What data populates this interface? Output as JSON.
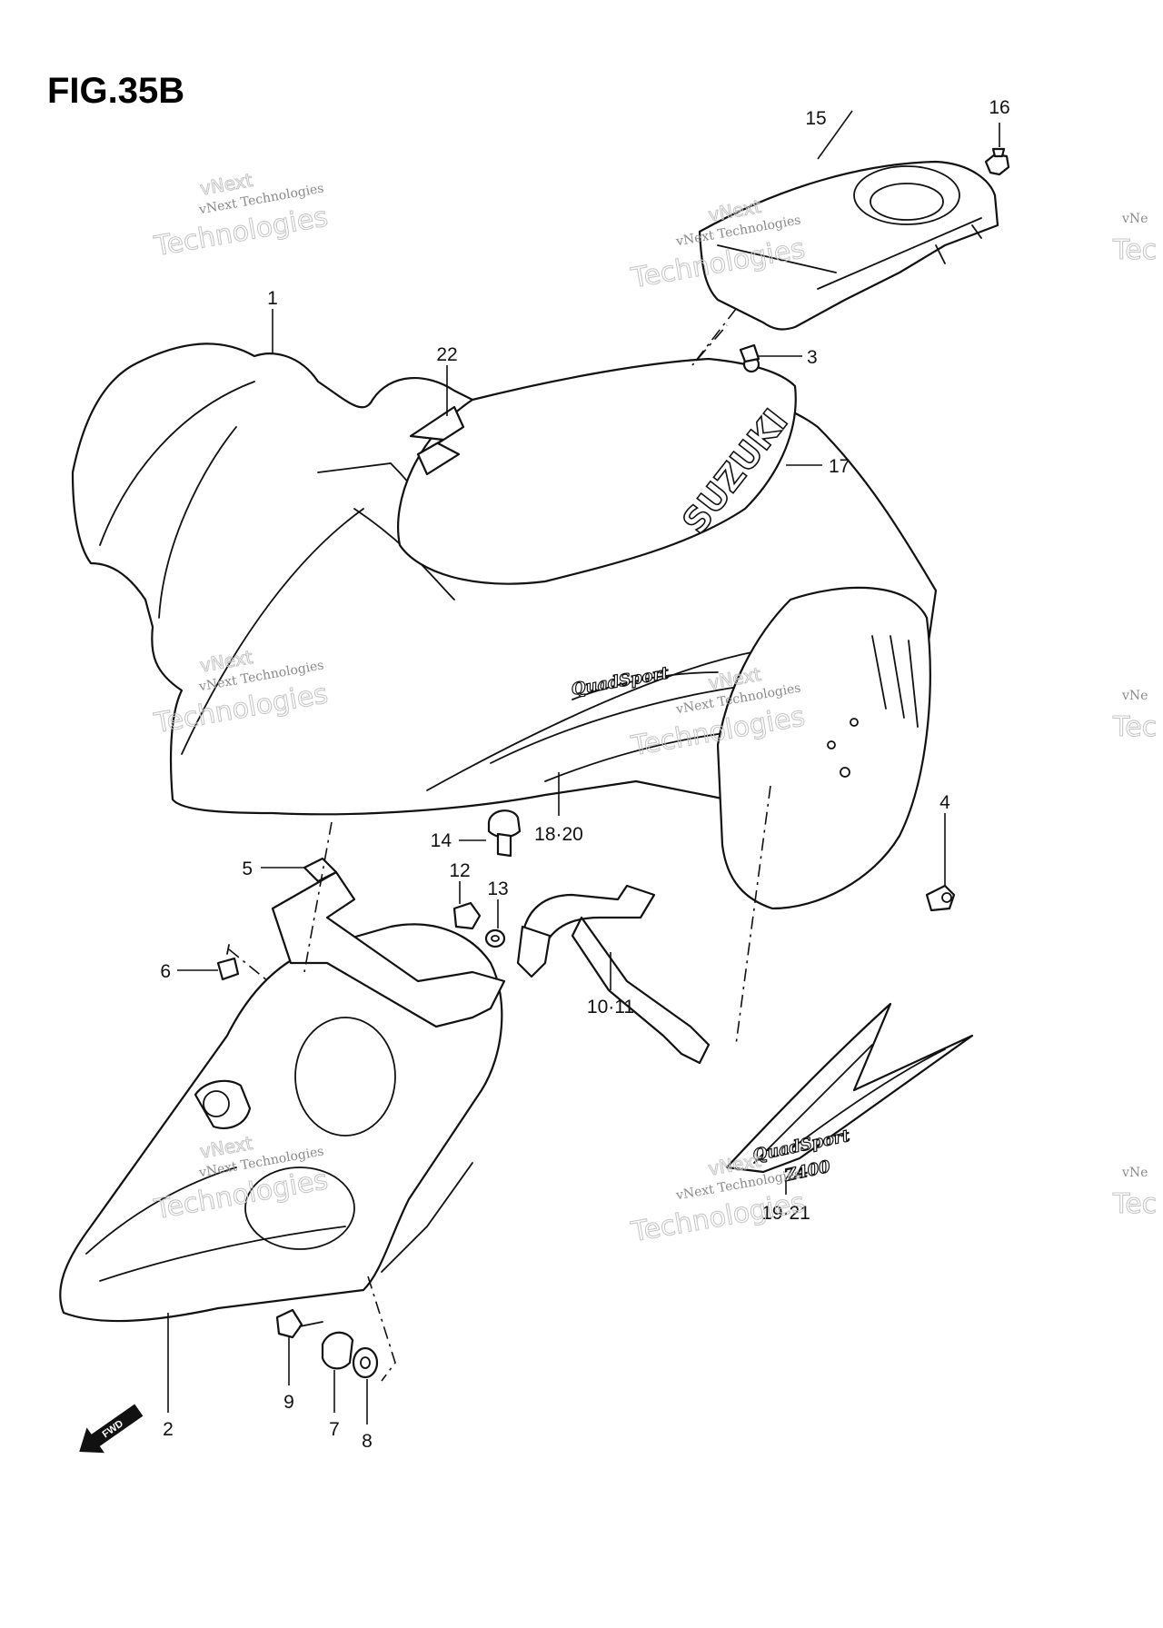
{
  "figure": {
    "title": "FIG.35B"
  },
  "brand": {
    "logo_text": "SUZUKI",
    "model_script": "QuadSport",
    "model_sub": "Z400"
  },
  "direction_arrow": {
    "label": "FWD"
  },
  "watermark": {
    "line1": "vNext",
    "line2": "vNext Technologies",
    "line3": "Technologies",
    "edge_line1": "vNe",
    "edge_line2": "Tec"
  },
  "callouts": [
    {
      "id": "c1",
      "label": "1"
    },
    {
      "id": "c2",
      "label": "2"
    },
    {
      "id": "c3",
      "label": "3"
    },
    {
      "id": "c4",
      "label": "4"
    },
    {
      "id": "c5",
      "label": "5"
    },
    {
      "id": "c6",
      "label": "6"
    },
    {
      "id": "c7",
      "label": "7"
    },
    {
      "id": "c8",
      "label": "8"
    },
    {
      "id": "c9",
      "label": "9"
    },
    {
      "id": "c10",
      "label": "10·11"
    },
    {
      "id": "c12",
      "label": "12"
    },
    {
      "id": "c13",
      "label": "13"
    },
    {
      "id": "c14",
      "label": "14"
    },
    {
      "id": "c15",
      "label": "15"
    },
    {
      "id": "c16",
      "label": "16"
    },
    {
      "id": "c17",
      "label": "17"
    },
    {
      "id": "c18",
      "label": "18·20"
    },
    {
      "id": "c19",
      "label": "19·21"
    },
    {
      "id": "c22",
      "label": "22"
    }
  ],
  "colors": {
    "line": "#111111",
    "background": "#ffffff",
    "watermark": "#8a8a8a"
  }
}
